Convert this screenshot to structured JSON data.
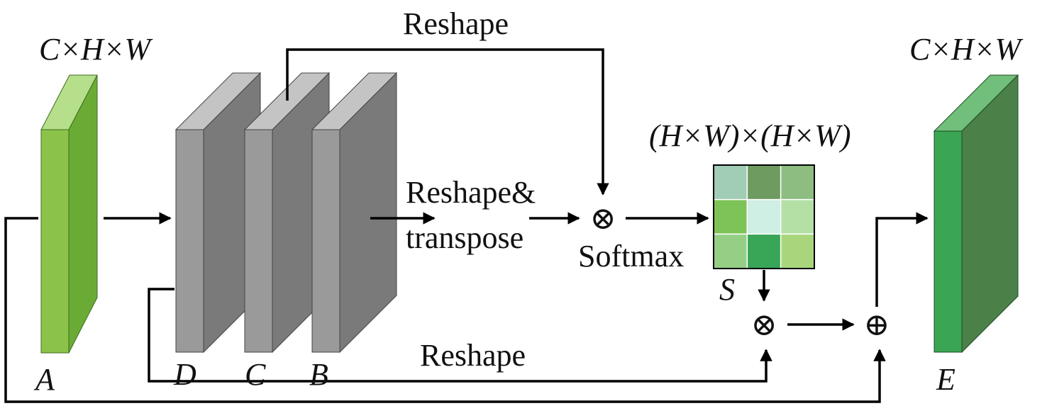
{
  "labels": {
    "input_dim": "C×H×W",
    "output_dim": "C×H×W",
    "attention_dim": "(H×W)×(H×W)",
    "reshape_top": "Reshape",
    "reshape_transpose_line1": "Reshape&",
    "reshape_transpose_line2": "transpose",
    "softmax": "Softmax",
    "reshape_bottom": "Reshape",
    "tensor_a": "A",
    "tensor_d": "D",
    "tensor_c": "C",
    "tensor_b": "B",
    "tensor_s": "S",
    "tensor_e": "E"
  },
  "operators": {
    "multiply_top": "⊗",
    "multiply_bottom": "⊗",
    "add": "⊕"
  },
  "colors": {
    "tensor_a_front": "#8bc34a",
    "tensor_a_side": "#6aab35",
    "tensor_a_top": "#b5df8a",
    "gray_front": "#9a9a9a",
    "gray_side": "#7a7a7a",
    "gray_top": "#c4c4c4",
    "tensor_e_front": "#3aa552",
    "tensor_e_side": "#4b8048",
    "tensor_e_top": "#72bf7c",
    "attention_cells": [
      [
        "#a1ccb5",
        "#6e9b5f",
        "#8dbd80"
      ],
      [
        "#7ec357",
        "#cfeee4",
        "#b4e0a6"
      ],
      [
        "#95cf86",
        "#38a557",
        "#a9d67d"
      ]
    ]
  }
}
